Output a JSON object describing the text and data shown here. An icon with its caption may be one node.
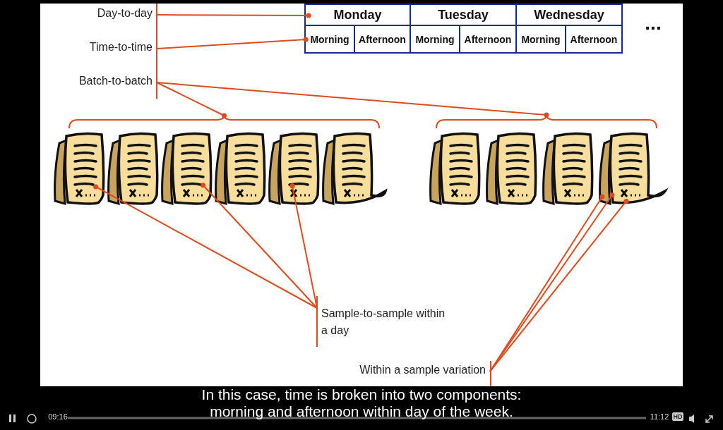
{
  "diagram": {
    "caption": "In this case, time is broken into two components: morning and afternoon within day of the week.",
    "nodes": [
      {
        "text": [
          "Day-to-day"
        ]
      },
      {
        "text": [
          "Time-to-time"
        ]
      },
      {
        "text": [
          "Batch-to-batch"
        ]
      },
      {
        "text": [
          "Monday"
        ]
      },
      {
        "text": [
          "Tuesday"
        ]
      },
      {
        "text": [
          "Wednesday"
        ]
      },
      {
        "text": [
          "Morning"
        ]
      },
      {
        "text": [
          "Afternoon"
        ]
      },
      {
        "text": [
          "Morning"
        ]
      },
      {
        "text": [
          "Afternoon"
        ]
      },
      {
        "text": [
          "Morning"
        ]
      },
      {
        "text": [
          "Afternoon"
        ]
      },
      {
        "text": [],
        "shape": "bracket"
      },
      {
        "text": [],
        "shape": "bracket"
      },
      {
        "text": [],
        "shape": "picture"
      },
      {
        "text": [],
        "shape": "picture"
      },
      {
        "text": [],
        "shape": "picture"
      },
      {
        "text": [],
        "shape": "picture"
      },
      {
        "text": [],
        "shape": "picture"
      },
      {
        "text": [],
        "shape": "picture"
      },
      {
        "text": [],
        "shape": "picture"
      },
      {
        "text": [],
        "shape": "picture"
      },
      {
        "text": [],
        "shape": "picture"
      },
      {
        "text": [],
        "shape": "picture"
      },
      {
        "text": [
          "Sample-to-sample within a day"
        ]
      },
      {
        "text": [
          "Within a sample variation"
        ]
      }
    ],
    "edges": [
      {
        "from": 0,
        "to": 3,
        "arrow": "other"
      },
      {
        "from": 1,
        "to": 6,
        "arrow": "other"
      },
      {
        "from": 2,
        "to": 12,
        "arrow": "other"
      },
      {
        "from": 2,
        "to": 13,
        "arrow": "other"
      },
      {
        "from": 24,
        "to": 14,
        "arrow": "other"
      },
      {
        "from": 24,
        "to": 16,
        "arrow": "other"
      },
      {
        "from": 24,
        "to": 18,
        "arrow": "other"
      },
      {
        "from": 25,
        "to": 23,
        "arrow": "other"
      },
      {
        "from": 25,
        "to": 23,
        "arrow": "other"
      },
      {
        "from": 25,
        "to": 23,
        "arrow": "other"
      }
    ],
    "labels": [
      "...",
      "09:16",
      "11:12",
      "HD"
    ]
  }
}
